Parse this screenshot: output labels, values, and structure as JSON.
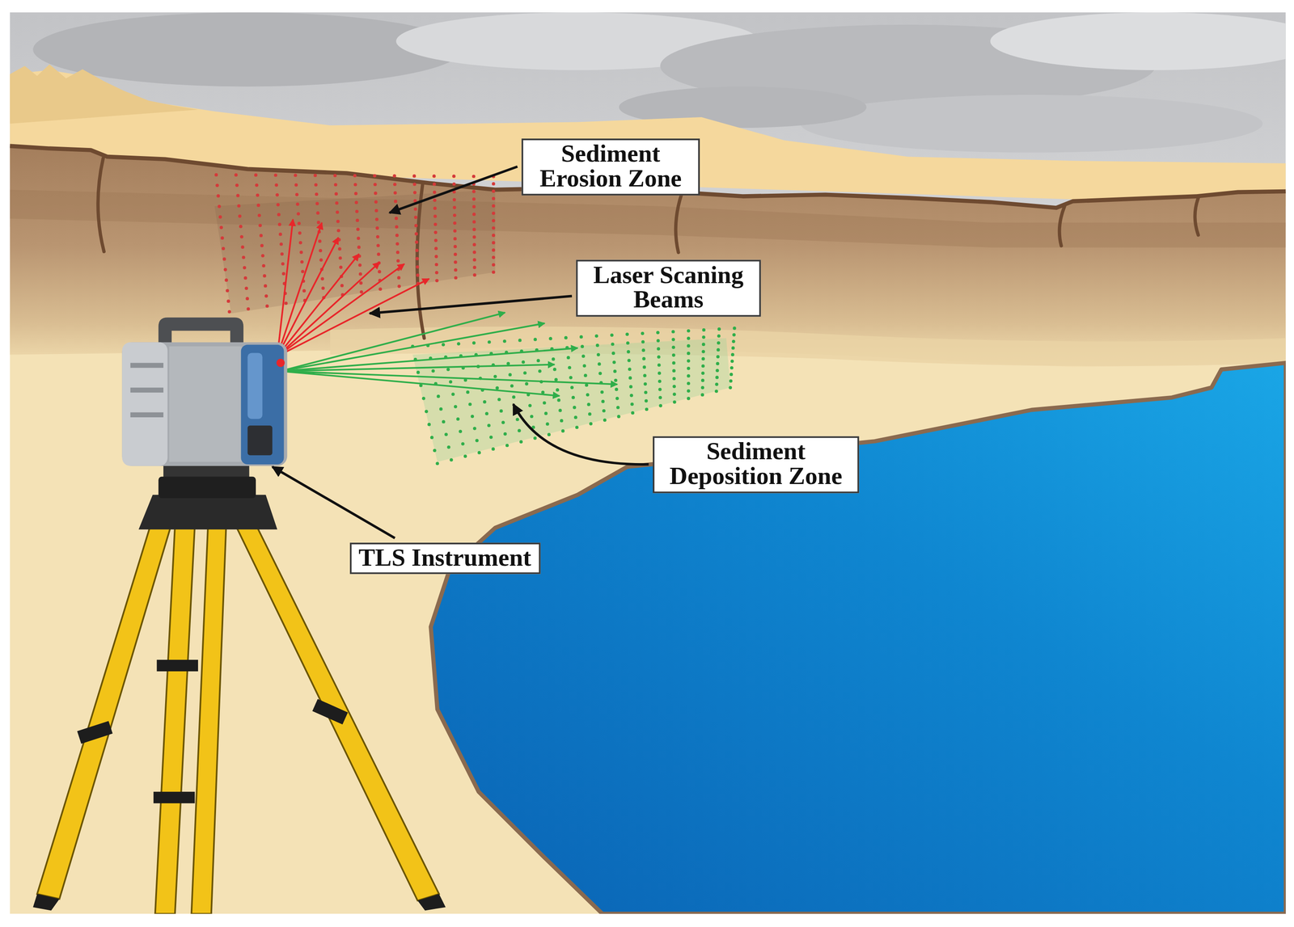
{
  "diagram": {
    "nodes": [
      {
        "text": [
          "Sediment Erosion Zone"
        ]
      },
      {
        "text": [
          "Laser Scaning Beams"
        ]
      },
      {
        "text": [
          "Sediment Deposition Zone"
        ]
      },
      {
        "text": [
          "TLS Instrument"
        ]
      }
    ]
  }
}
